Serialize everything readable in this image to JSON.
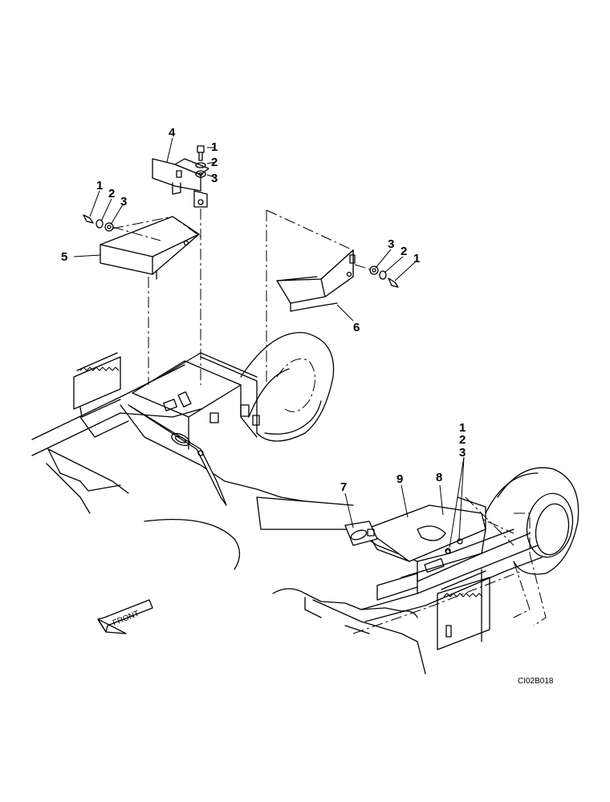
{
  "diagram": {
    "callouts": {
      "top_bracket": {
        "part": "4",
        "bolt": "1",
        "washer": "2",
        "lock_washer": "3"
      },
      "left_cover": {
        "part": "5",
        "bolt": "1",
        "washer": "2",
        "lock_washer": "3"
      },
      "right_bracket": {
        "part": "6",
        "bolt": "1",
        "washer": "2",
        "lock_washer": "3"
      },
      "lower_assembly": {
        "bracket": "7",
        "cover": "8",
        "plate": "9",
        "bolt": "1",
        "washer": "2",
        "lock_washer": "3"
      }
    },
    "front_arrow_label": "FRONT",
    "figure_id": "CI02B018"
  }
}
